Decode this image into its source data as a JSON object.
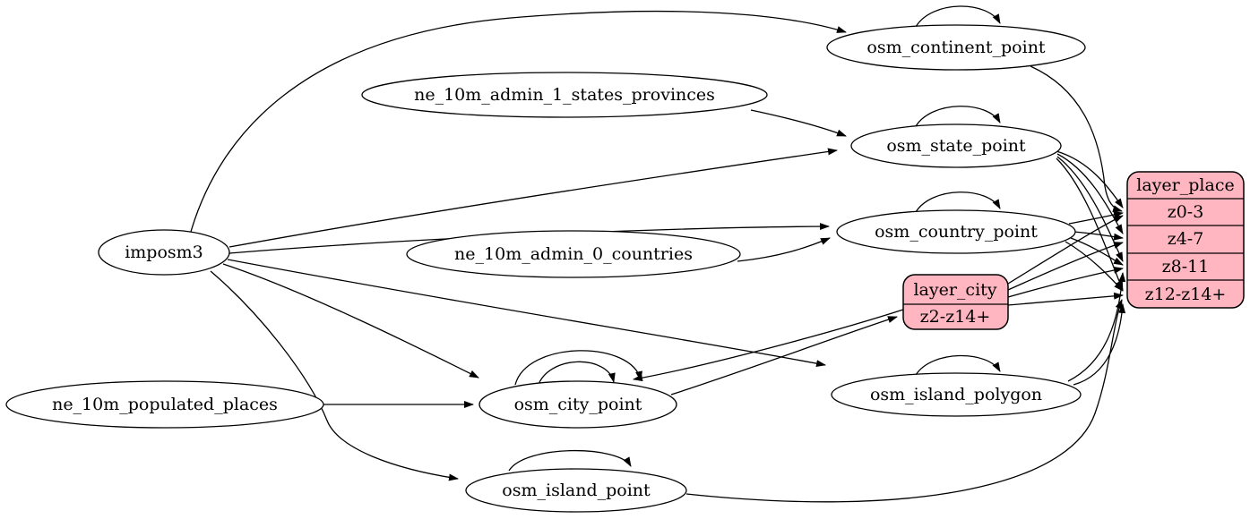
{
  "diagram": {
    "background_color": "#ffffff",
    "edge_color": "#000000",
    "table_node_fill": "#ffffff",
    "layer_node_fill": "#ffb6c1",
    "nodes": {
      "imposm3": {
        "label": "imposm3",
        "shape": "ellipse"
      },
      "ne_states": {
        "label": "ne_10m_admin_1_states_provinces",
        "shape": "ellipse"
      },
      "ne_countries": {
        "label": "ne_10m_admin_0_countries",
        "shape": "ellipse"
      },
      "ne_places": {
        "label": "ne_10m_populated_places",
        "shape": "ellipse"
      },
      "continent": {
        "label": "osm_continent_point",
        "shape": "ellipse"
      },
      "state": {
        "label": "osm_state_point",
        "shape": "ellipse"
      },
      "country": {
        "label": "osm_country_point",
        "shape": "ellipse"
      },
      "city": {
        "label": "osm_city_point",
        "shape": "ellipse"
      },
      "island_polygon": {
        "label": "osm_island_polygon",
        "shape": "ellipse"
      },
      "island_point": {
        "label": "osm_island_point",
        "shape": "ellipse"
      }
    },
    "records": {
      "layer_place": {
        "title": "layer_place",
        "rows": [
          "z0-3",
          "z4-7",
          "z8-11",
          "z12-z14+"
        ]
      },
      "layer_city": {
        "title": "layer_city",
        "rows": [
          "z2-z14+"
        ]
      }
    },
    "edges": [
      {
        "from": "imposm3",
        "to": "osm_continent_point"
      },
      {
        "from": "imposm3",
        "to": "osm_state_point"
      },
      {
        "from": "imposm3",
        "to": "osm_country_point"
      },
      {
        "from": "imposm3",
        "to": "osm_city_point"
      },
      {
        "from": "imposm3",
        "to": "osm_island_polygon"
      },
      {
        "from": "imposm3",
        "to": "osm_island_point"
      },
      {
        "from": "ne_10m_admin_1_states_provinces",
        "to": "osm_state_point"
      },
      {
        "from": "ne_10m_admin_0_countries",
        "to": "osm_country_point"
      },
      {
        "from": "ne_10m_populated_places",
        "to": "osm_city_point"
      },
      {
        "from": "osm_continent_point",
        "to": "osm_continent_point"
      },
      {
        "from": "osm_state_point",
        "to": "osm_state_point"
      },
      {
        "from": "osm_country_point",
        "to": "osm_country_point"
      },
      {
        "from": "osm_city_point",
        "to": "osm_city_point"
      },
      {
        "from": "osm_city_point",
        "to": "osm_city_point"
      },
      {
        "from": "osm_island_polygon",
        "to": "osm_island_polygon"
      },
      {
        "from": "osm_island_point",
        "to": "osm_island_point"
      },
      {
        "from": "osm_continent_point",
        "to": "layer_place",
        "to_port": "z0-3"
      },
      {
        "from": "osm_state_point",
        "to": "layer_place",
        "to_port": "z0-3"
      },
      {
        "from": "osm_state_point",
        "to": "layer_place",
        "to_port": "z4-7"
      },
      {
        "from": "osm_state_point",
        "to": "layer_place",
        "to_port": "z8-11"
      },
      {
        "from": "osm_state_point",
        "to": "layer_place",
        "to_port": "z12-z14+"
      },
      {
        "from": "osm_country_point",
        "to": "layer_place",
        "to_port": "z0-3"
      },
      {
        "from": "osm_country_point",
        "to": "layer_place",
        "to_port": "z4-7"
      },
      {
        "from": "osm_country_point",
        "to": "layer_place",
        "to_port": "z8-11"
      },
      {
        "from": "osm_country_point",
        "to": "layer_place",
        "to_port": "z12-z14+"
      },
      {
        "from": "osm_city_point",
        "to": "layer_city",
        "to_port": "z2-z14+"
      },
      {
        "from": "layer_city",
        "to": "osm_city_point"
      },
      {
        "from": "layer_city",
        "to": "layer_place",
        "to_port": "z0-3"
      },
      {
        "from": "layer_city",
        "to": "layer_place",
        "to_port": "z4-7"
      },
      {
        "from": "layer_city",
        "to": "layer_place",
        "to_port": "z8-11"
      },
      {
        "from": "layer_city",
        "to": "layer_place",
        "to_port": "z12-z14+"
      },
      {
        "from": "osm_island_polygon",
        "to": "layer_place",
        "to_port": "z8-11"
      },
      {
        "from": "osm_island_polygon",
        "to": "layer_place",
        "to_port": "z12-z14+"
      },
      {
        "from": "osm_island_point",
        "to": "layer_place",
        "to_port": "z12-z14+"
      }
    ]
  }
}
